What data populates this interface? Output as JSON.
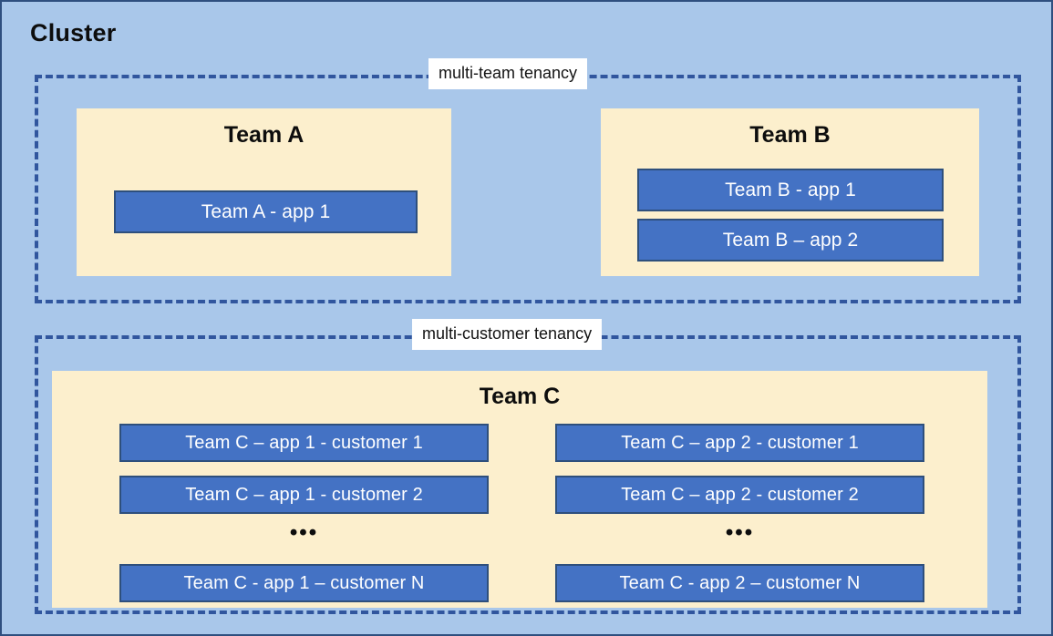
{
  "diagram": {
    "title": "Cluster",
    "colors": {
      "background": "#a9c7ea",
      "panel_fill": "#fcefcd",
      "app_fill": "#4472c4",
      "app_border": "#2e4f7c",
      "frame_dashed": "#31569e",
      "label_background": "#ffffff",
      "text_dark": "#0d0d0d",
      "text_light": "#ffffff"
    },
    "frames": [
      {
        "id": "multi-team",
        "label": "multi-team tenancy"
      },
      {
        "id": "multi-customer",
        "label": "multi-customer tenancy"
      }
    ],
    "teams": [
      {
        "id": "team-a",
        "heading": "Team A",
        "apps": [
          "Team A - app 1"
        ]
      },
      {
        "id": "team-b",
        "heading": "Team B",
        "apps": [
          "Team B - app 1",
          "Team B – app 2"
        ]
      },
      {
        "id": "team-c",
        "heading": "Team C",
        "columns": [
          {
            "id": "team-c-app-1",
            "apps": [
              "Team C – app 1 - customer 1",
              "Team C – app 1 - customer 2",
              "Team C - app 1 – customer N"
            ],
            "ellipsis": "•••"
          },
          {
            "id": "team-c-app-2",
            "apps": [
              "Team C – app 2 - customer 1",
              "Team C – app 2 - customer 2",
              "Team C - app 2 – customer N"
            ],
            "ellipsis": "•••"
          }
        ]
      }
    ]
  }
}
